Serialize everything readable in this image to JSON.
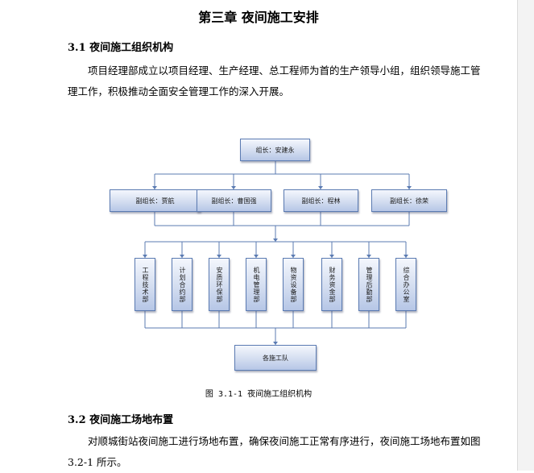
{
  "doc": {
    "title": "第三章  夜间施工安排",
    "section1": {
      "heading": "3.1 夜间施工组织机构",
      "paragraph": "项目经理部成立以项目经理、生产经理、总工程师为首的生产领导小组，组织领导施工管理工作，积极推动全面安全管理工作的深入开展。"
    },
    "figure": {
      "leader": "组长：安建永",
      "deputies": [
        "副组长：贾航",
        "副组长：曹国强",
        "副组长：程林",
        "副组长：徐荣"
      ],
      "departments": [
        "工程技术部",
        "计划合约部",
        "安质环保部",
        "机电管理部",
        "物资设备部",
        "财务资金部",
        "管理后勤部",
        "综合办公室"
      ],
      "teams": "各施工队",
      "caption": "图 3.1-1  夜间施工组织机构"
    },
    "section2": {
      "heading": "3.2 夜间施工场地布置",
      "paragraph": "对顺城街站夜间施工进行场地布置，确保夜间施工正常有序进行，夜间施工场地布置如图 3.2-1 所示。"
    }
  }
}
